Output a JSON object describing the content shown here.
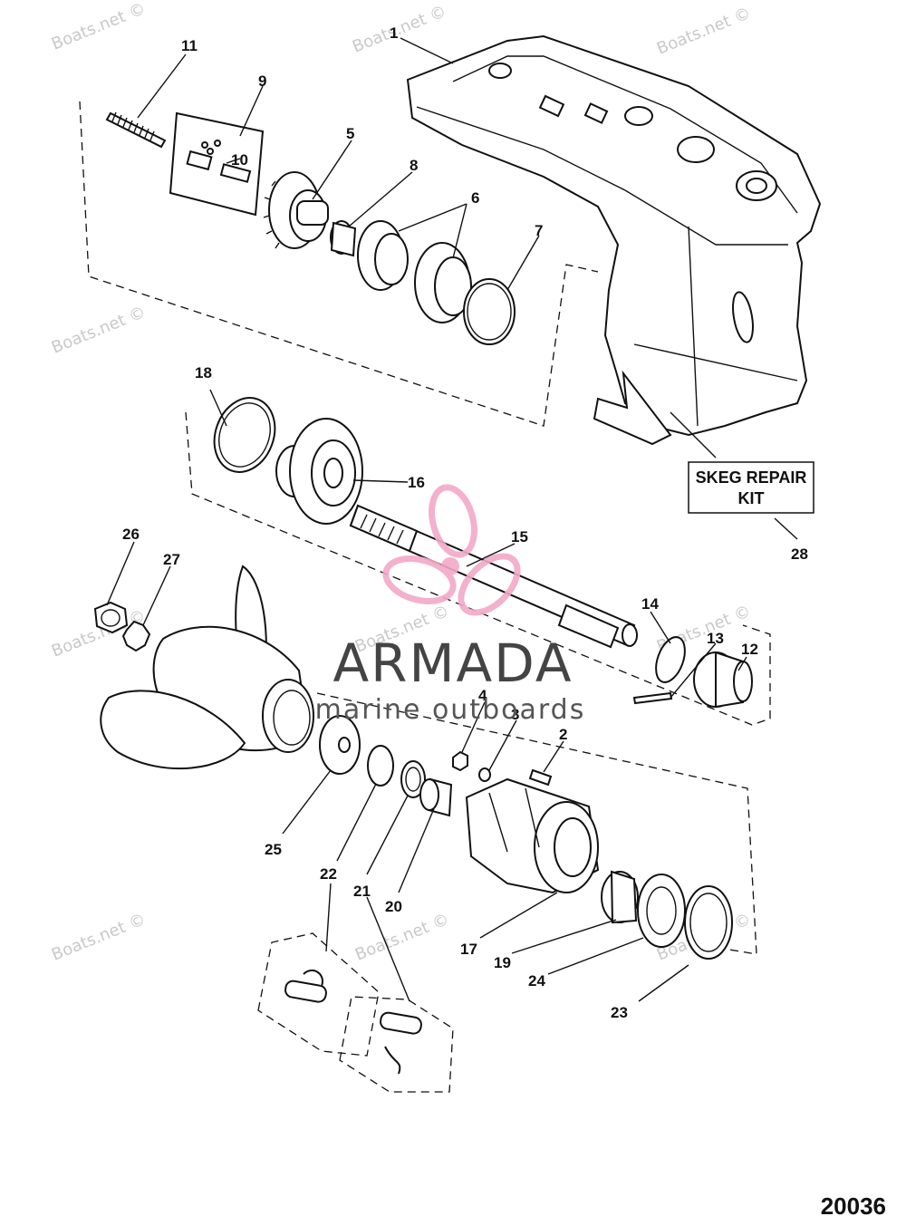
{
  "watermark": "Boats.net ©",
  "brand": {
    "name": "ARMADA",
    "tagline": "marine outboards",
    "color": "#f2a9c8"
  },
  "callouts": [
    "1",
    "2",
    "3",
    "4",
    "5",
    "6",
    "7",
    "8",
    "9",
    "10",
    "11",
    "12",
    "13",
    "14",
    "15",
    "16",
    "17",
    "18",
    "19",
    "20",
    "21",
    "22",
    "23",
    "24",
    "25",
    "26",
    "27",
    "28"
  ],
  "skeg_box": {
    "line1": "SKEG REPAIR",
    "line2": "KIT"
  },
  "figure_number": "20036"
}
